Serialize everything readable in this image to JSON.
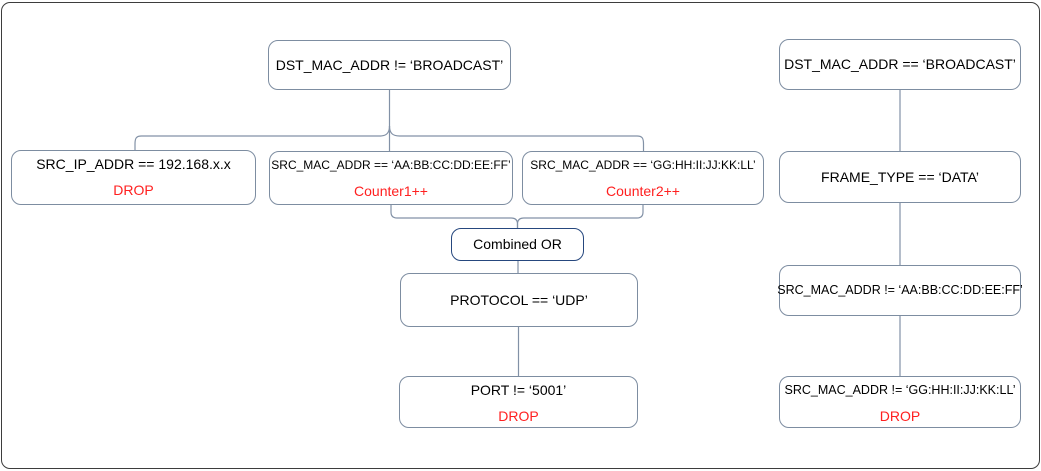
{
  "diagram": {
    "left_tree": {
      "root": {
        "condition": "DST_MAC_ADDR != ‘BROADCAST’"
      },
      "children": [
        {
          "condition": "SRC_IP_ADDR == 192.168.x.x",
          "action": "DROP"
        },
        {
          "condition": "SRC_MAC_ADDR == ‘AA:BB:CC:DD:EE:FF’",
          "action": "Counter1++"
        },
        {
          "condition": "SRC_MAC_ADDR == ‘GG:HH:II:JJ:KK:LL’",
          "action": "Counter2++"
        }
      ],
      "combine": {
        "label": "Combined OR"
      },
      "protocol": {
        "condition": "PROTOCOL == ‘UDP’"
      },
      "port": {
        "condition": "PORT != ‘5001’",
        "action": "DROP"
      }
    },
    "right_tree": {
      "root": {
        "condition": "DST_MAC_ADDR == ‘BROADCAST’"
      },
      "frame_type": {
        "condition": "FRAME_TYPE == ‘DATA’"
      },
      "src_neq_aa": {
        "condition": "SRC_MAC_ADDR != ‘AA:BB:CC:DD:EE:FF’"
      },
      "src_neq_gg": {
        "condition": "SRC_MAC_ADDR != ‘GG:HH:II:JJ:KK:LL’",
        "action": "DROP"
      }
    },
    "colors": {
      "box_border": "#7d8da1",
      "or_box_border": "#26477e",
      "connector": "#8291a6",
      "action_text": "#ff2020",
      "outer_frame": "#3d3d3d"
    }
  }
}
